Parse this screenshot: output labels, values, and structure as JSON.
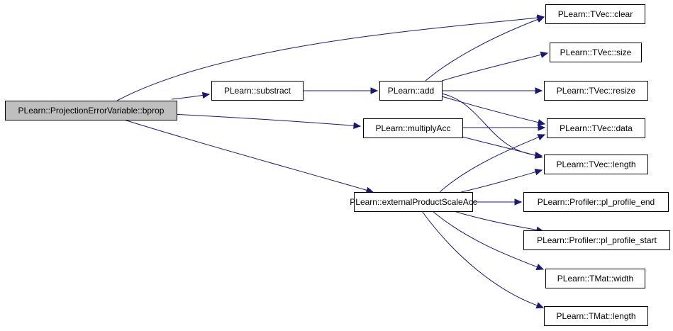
{
  "graph": {
    "colors": {
      "edge": "#191970",
      "node_border": "#000000",
      "node_fill": "#ffffff",
      "root_fill": "#bfbfbf"
    },
    "nodes": [
      {
        "id": "bprop",
        "label": "PLearn::ProjectionErrorVariable::bprop",
        "root": true
      },
      {
        "id": "substract",
        "label": "PLearn::substract"
      },
      {
        "id": "multiply",
        "label": "PLearn::multiplyAcc"
      },
      {
        "id": "extprod",
        "label": "PLearn::externalProductScaleAcc"
      },
      {
        "id": "add",
        "label": "PLearn::add"
      },
      {
        "id": "clear",
        "label": "PLearn::TVec::clear"
      },
      {
        "id": "size",
        "label": "PLearn::TVec::size"
      },
      {
        "id": "resize",
        "label": "PLearn::TVec::resize"
      },
      {
        "id": "data",
        "label": "PLearn::TVec::data"
      },
      {
        "id": "tveclength",
        "label": "PLearn::TVec::length"
      },
      {
        "id": "profend",
        "label": "PLearn::Profiler::pl_profile_end"
      },
      {
        "id": "profstart",
        "label": "PLearn::Profiler::pl_profile_start"
      },
      {
        "id": "width",
        "label": "PLearn::TMat::width"
      },
      {
        "id": "tmatlength",
        "label": "PLearn::TMat::length"
      }
    ],
    "edges": [
      {
        "from": "bprop",
        "to": "clear"
      },
      {
        "from": "bprop",
        "to": "substract"
      },
      {
        "from": "bprop",
        "to": "multiply"
      },
      {
        "from": "bprop",
        "to": "extprod"
      },
      {
        "from": "substract",
        "to": "add"
      },
      {
        "from": "add",
        "to": "clear"
      },
      {
        "from": "add",
        "to": "size"
      },
      {
        "from": "add",
        "to": "resize"
      },
      {
        "from": "add",
        "to": "data"
      },
      {
        "from": "add",
        "to": "tveclength"
      },
      {
        "from": "multiply",
        "to": "data"
      },
      {
        "from": "multiply",
        "to": "tveclength"
      },
      {
        "from": "extprod",
        "to": "data"
      },
      {
        "from": "extprod",
        "to": "tveclength"
      },
      {
        "from": "extprod",
        "to": "profend"
      },
      {
        "from": "extprod",
        "to": "profstart"
      },
      {
        "from": "extprod",
        "to": "width"
      },
      {
        "from": "extprod",
        "to": "tmatlength"
      }
    ]
  }
}
